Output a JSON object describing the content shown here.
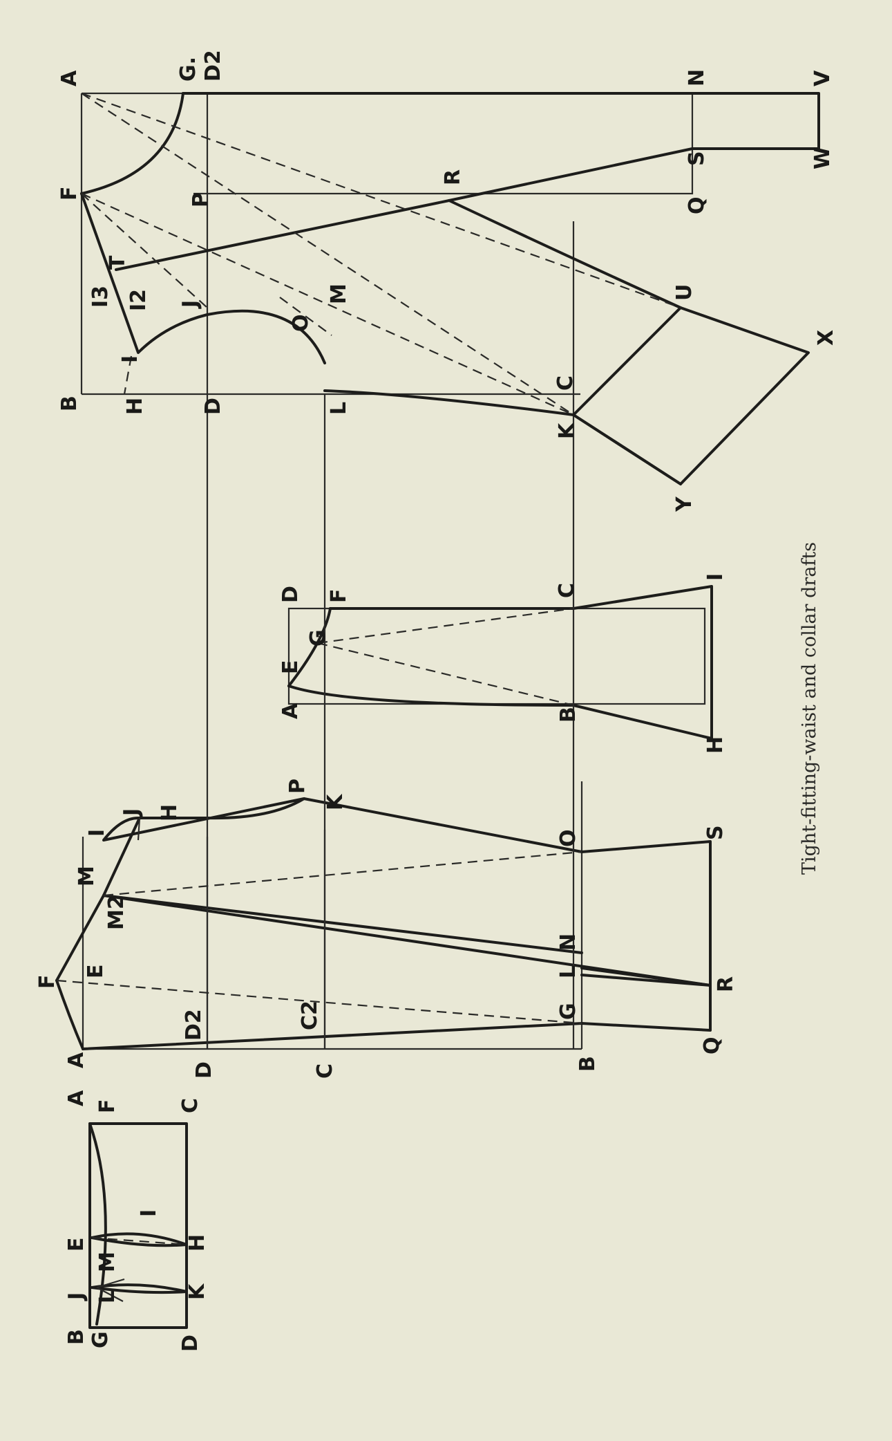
{
  "caption": "Tight-fitting-waist and collar drafts",
  "drafts": {
    "skirt_pattern": {
      "labels": [
        "A",
        "F",
        "C",
        "B",
        "G",
        "J",
        "L",
        "M",
        "E",
        "I",
        "D",
        "K",
        "H"
      ]
    },
    "waist_back": {
      "labels": [
        "A",
        "D",
        "C",
        "B",
        "Q",
        "F",
        "E",
        "D2",
        "C2",
        "G",
        "R",
        "L",
        "N",
        "M",
        "M2",
        "I",
        "J",
        "H",
        "P",
        "K",
        "O",
        "S"
      ]
    },
    "collar": {
      "labels": [
        "D",
        "F",
        "E",
        "A",
        "G",
        "C",
        "B",
        "H",
        "I"
      ]
    },
    "waist_front": {
      "labels": [
        "A",
        "G.",
        "D2",
        "N",
        "V",
        "F",
        "P",
        "Q",
        "S",
        "W",
        "R",
        "T",
        "I3",
        "I2",
        "I",
        "J",
        "O",
        "M",
        "H",
        "D",
        "B",
        "L",
        "C",
        "K",
        "U",
        "X",
        "Y"
      ]
    }
  }
}
